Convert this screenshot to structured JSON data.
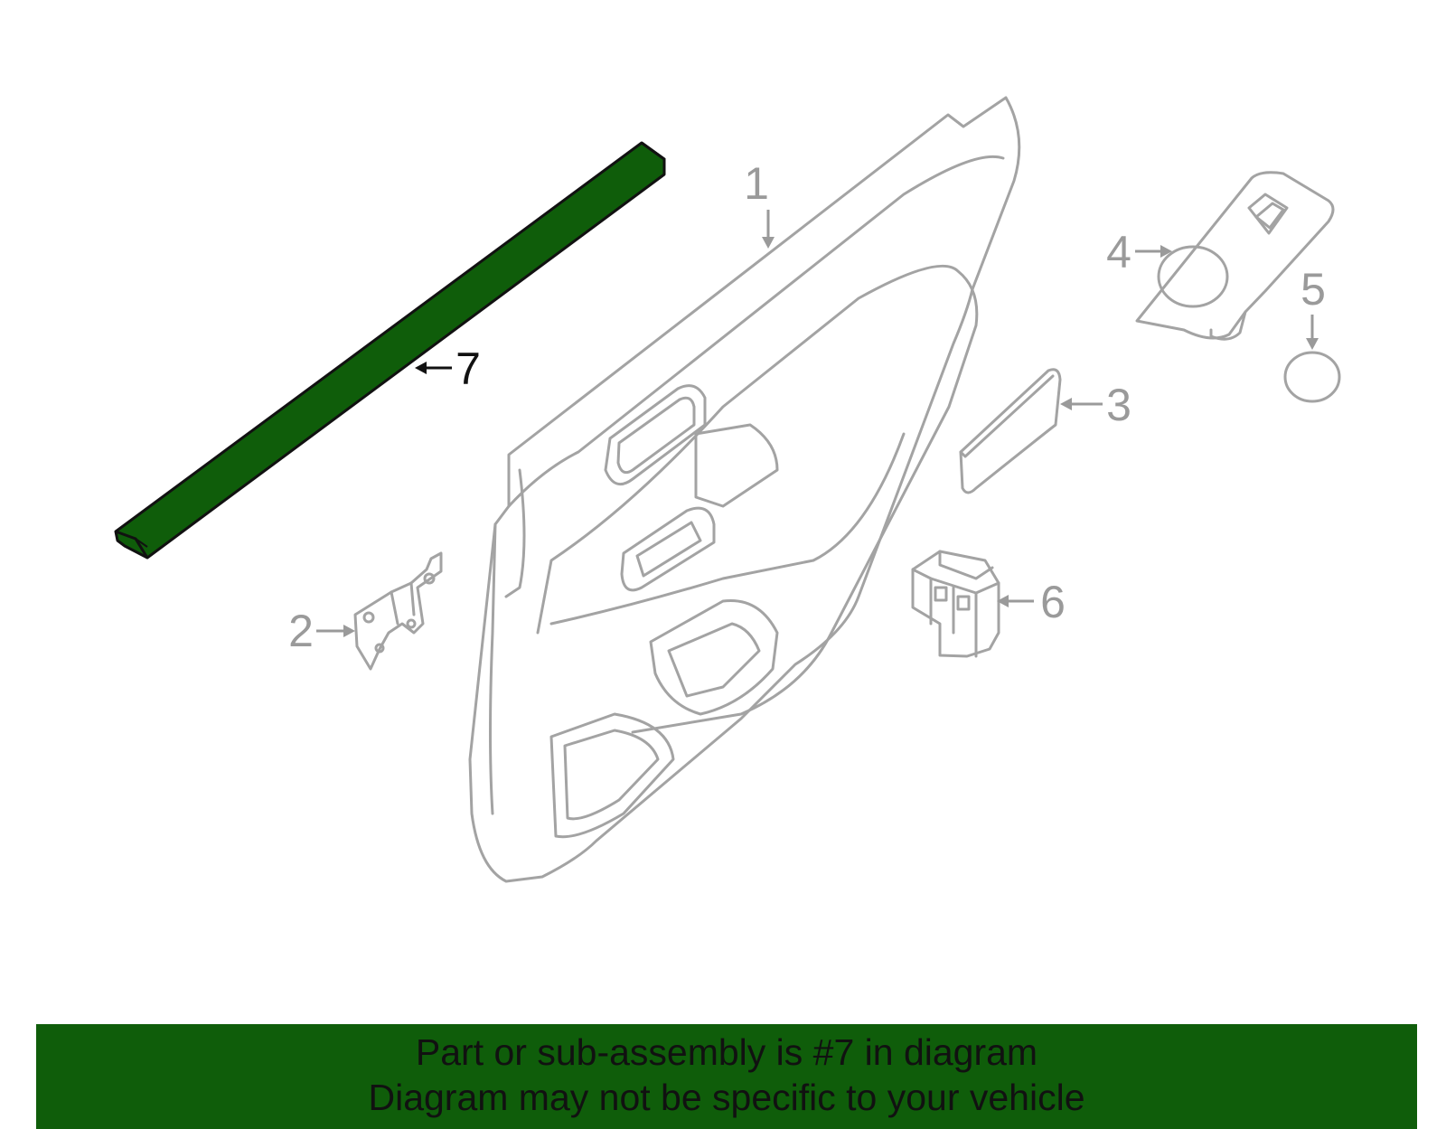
{
  "callouts": [
    {
      "number": "1",
      "part": "door-trim-panel"
    },
    {
      "number": "2",
      "part": "bracket"
    },
    {
      "number": "3",
      "part": "trim-pad"
    },
    {
      "number": "4",
      "part": "switch-bezel"
    },
    {
      "number": "5",
      "part": "cap"
    },
    {
      "number": "6",
      "part": "window-switch"
    },
    {
      "number": "7",
      "part": "weatherstrip-molding",
      "highlighted": true
    }
  ],
  "highlight_color": "#0f5d0a",
  "banner": {
    "line1": "Part or sub-assembly is #7 in diagram",
    "line2": "Diagram may not be specific to your vehicle"
  }
}
